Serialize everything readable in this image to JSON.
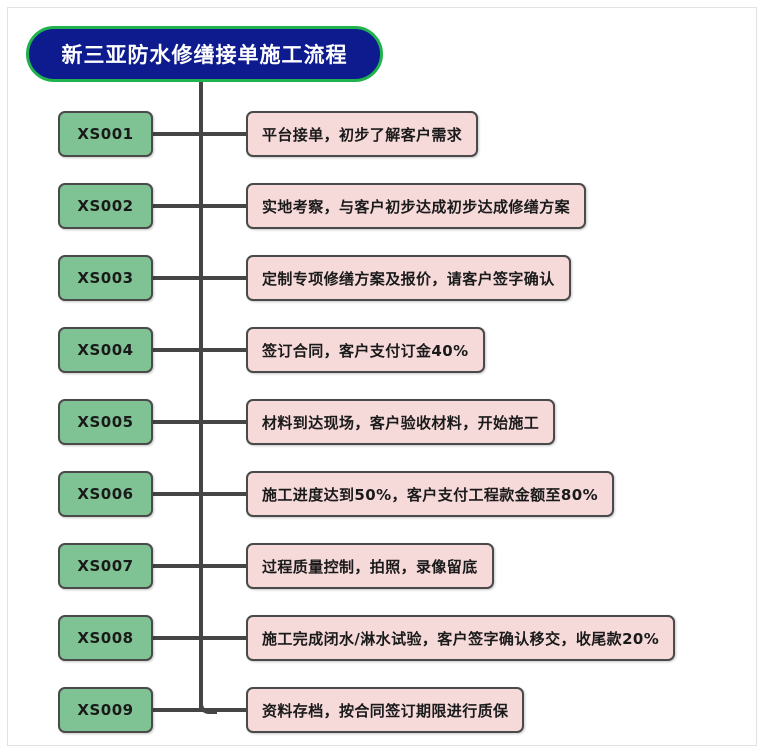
{
  "diagram": {
    "title": "新三亚防水修缮接单施工流程",
    "title_fill": "#0d1b8e",
    "title_border": "#1fb24d",
    "title_text_color": "#ffffff",
    "code_fill": "#7fc395",
    "desc_fill": "#f6dada",
    "line_color": "#454545",
    "steps": [
      {
        "code": "XS001",
        "desc": "平台接单，初步了解客户需求"
      },
      {
        "code": "XS002",
        "desc": "实地考察，与客户初步达成初步达成修缮方案"
      },
      {
        "code": "XS003",
        "desc": "定制专项修缮方案及报价，请客户签字确认"
      },
      {
        "code": "XS004",
        "desc": "签订合同，客户支付订金40%"
      },
      {
        "code": "XS005",
        "desc": "材料到达现场，客户验收材料，开始施工"
      },
      {
        "code": "XS006",
        "desc": "施工进度达到50%，客户支付工程款金额至80%"
      },
      {
        "code": "XS007",
        "desc": "过程质量控制，拍照，录像留底"
      },
      {
        "code": "XS008",
        "desc": "施工完成闭水/淋水试验，客户签字确认移交，收尾款20%"
      },
      {
        "code": "XS009",
        "desc": "资料存档，按合同签订期限进行质保"
      }
    ]
  }
}
